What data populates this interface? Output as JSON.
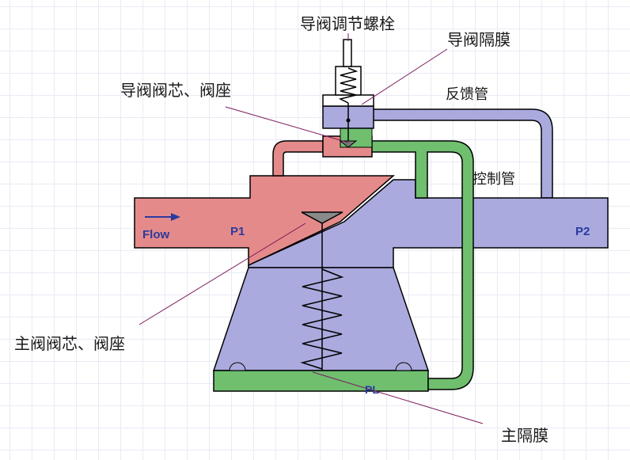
{
  "labels": {
    "pilot_adjust_bolt": "导阀调节螺栓",
    "pilot_diaphragm": "导阀隔膜",
    "pilot_core_seat": "导阀阀芯、阀座",
    "feedback_pipe": "反馈管",
    "control_pipe": "控制管",
    "main_core_seat": "主阀阀芯、阀座",
    "main_diaphragm": "主隔膜",
    "flow": "Flow",
    "p1": "P1",
    "p2": "P2",
    "pl": "PL"
  },
  "colors": {
    "inlet_red": "#e58a8a",
    "outlet_blue": "#aaaadf",
    "control_green": "#6fbf6f",
    "outline": "#000000",
    "leader_line": "#7a1a5a",
    "arrow": "#2b3a9e"
  }
}
